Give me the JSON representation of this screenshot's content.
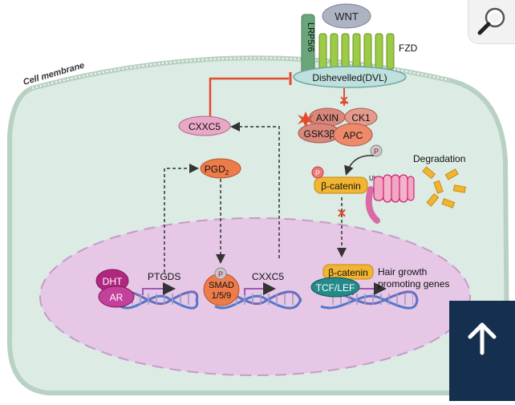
{
  "diagram": {
    "membrane_label": "Cell membrane",
    "wnt": "WNT",
    "lrp": "LRP5/6",
    "fzd": "FZD",
    "dvl": "Dishevelled(DVL)",
    "axin": "AXIN",
    "ck1": "CK1",
    "gsk": "GSK3β",
    "apc": "APC",
    "p": "P",
    "ub": "Ub",
    "degradation": "Degradation",
    "beta_catenin": "β-catenin",
    "cxxc5": "CXXC5",
    "pgd_main": "PGD",
    "pgd_sub": "2",
    "dht": "DHT",
    "ar": "AR",
    "ptgds": "PTGDS",
    "smad_line1": "SMAD",
    "smad_line2": "1/5/9",
    "gene_cxxc5": "CXXC5",
    "nuc_beta_catenin": "β-catenin",
    "tcf_lef": "TCF/LEF",
    "hair_line1": "Hair growth",
    "hair_line2": "promoting genes"
  },
  "icons": {
    "magnifier": "magnifier-icon",
    "scroll_up": "arrow-up-icon"
  },
  "colors": {
    "cell": "#dcebe3",
    "nucleus": "#e6c8e6",
    "dvl": "#bfe0dd",
    "fzd": "#9ccb45",
    "cxxc5": "#e8a8c6",
    "pgd": "#ee7b4a",
    "beta_catenin": "#f2b531",
    "inhibit": "#e34b2f",
    "button_dark": "#15304f"
  }
}
